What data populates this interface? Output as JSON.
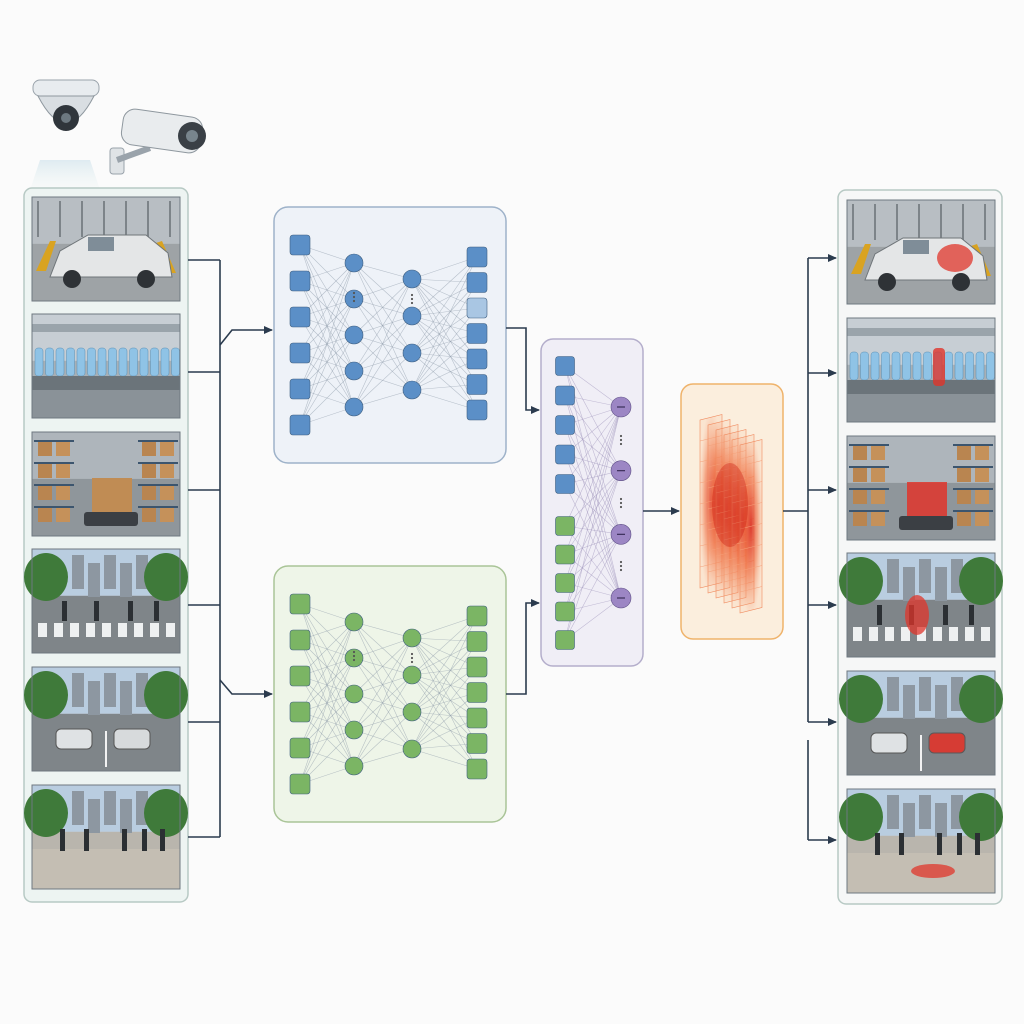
{
  "colors": {
    "background": "#fbfbfb",
    "connector": "#2b3b4e",
    "panel_fill": "#edf4f2",
    "panel_stroke": "#b7c9c4",
    "encoder_a_fill": "#eef2f8",
    "encoder_a_stroke": "#9eb2c9",
    "encoder_a_node": "#5b8fc7",
    "encoder_a_node_light": "#a9c6e3",
    "encoder_b_fill": "#eef5e8",
    "encoder_b_stroke": "#a9c497",
    "encoder_b_node": "#7bb564",
    "fusion_fill": "#f0eef6",
    "fusion_stroke": "#b4aecb",
    "fusion_node": "#9c86c4",
    "heatmap_fill": "#fbeedd",
    "heatmap_stroke": "#efb36b",
    "anomaly_red": "#e0352b"
  },
  "icons": [
    "dome-camera-icon",
    "bullet-camera-icon"
  ],
  "input_frames": [
    {
      "name": "frame-car-assembly",
      "scene": "car-assembly"
    },
    {
      "name": "frame-bottle-line",
      "scene": "bottle-line"
    },
    {
      "name": "frame-warehouse",
      "scene": "warehouse"
    },
    {
      "name": "frame-crosswalk",
      "scene": "crosswalk"
    },
    {
      "name": "frame-road-traffic",
      "scene": "road"
    },
    {
      "name": "frame-plaza",
      "scene": "plaza"
    }
  ],
  "output_frames": [
    {
      "name": "output-car-assembly",
      "scene": "car-assembly",
      "anomaly": "car-trunk-highlight"
    },
    {
      "name": "output-bottle-line",
      "scene": "bottle-line",
      "anomaly": "bottle-highlight"
    },
    {
      "name": "output-warehouse",
      "scene": "warehouse",
      "anomaly": "box-highlight"
    },
    {
      "name": "output-crosswalk",
      "scene": "crosswalk",
      "anomaly": "pedestrian-highlight"
    },
    {
      "name": "output-road-traffic",
      "scene": "road",
      "anomaly": "car-highlight"
    },
    {
      "name": "output-plaza",
      "scene": "plaza",
      "anomaly": "fallen-person-highlight"
    }
  ],
  "encoder_a": {
    "input_nodes": 6,
    "hidden1": 5,
    "hidden2": 4,
    "output_nodes": 7
  },
  "encoder_b": {
    "input_nodes": 6,
    "hidden1": 5,
    "hidden2": 4,
    "output_nodes": 7
  },
  "fusion": {
    "blue_nodes": 5,
    "green_nodes": 5,
    "output_nodes": 4
  },
  "heatmap": {
    "layers": 6
  }
}
